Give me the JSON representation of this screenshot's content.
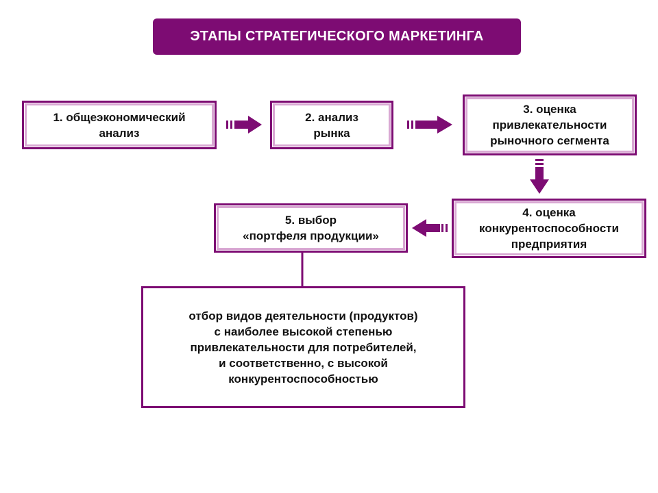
{
  "title": "ЭТАПЫ СТРАТЕГИЧЕСКОГО МАРКЕТИНГА",
  "stages": [
    {
      "label": "1. общеэкономический\nанализ"
    },
    {
      "label": "2. анализ\nрынка"
    },
    {
      "label": "3. оценка\nпривлекательности\nрыночного сегмента"
    },
    {
      "label": "4. оценка\nконкурентоспособности\nпредприятия"
    },
    {
      "label": "5. выбор\n«портфеля продукции»"
    }
  ],
  "detail": "отбор видов деятельности (продуктов)\nс наиболее высокой степенью\nпривлекательности для потребителей,\nи соответственно, с высокой\nконкурентоспособностью",
  "colors": {
    "accent": "#7d0c73",
    "box_inner_border": "#d9a8d3",
    "title_text": "#ffffff"
  }
}
